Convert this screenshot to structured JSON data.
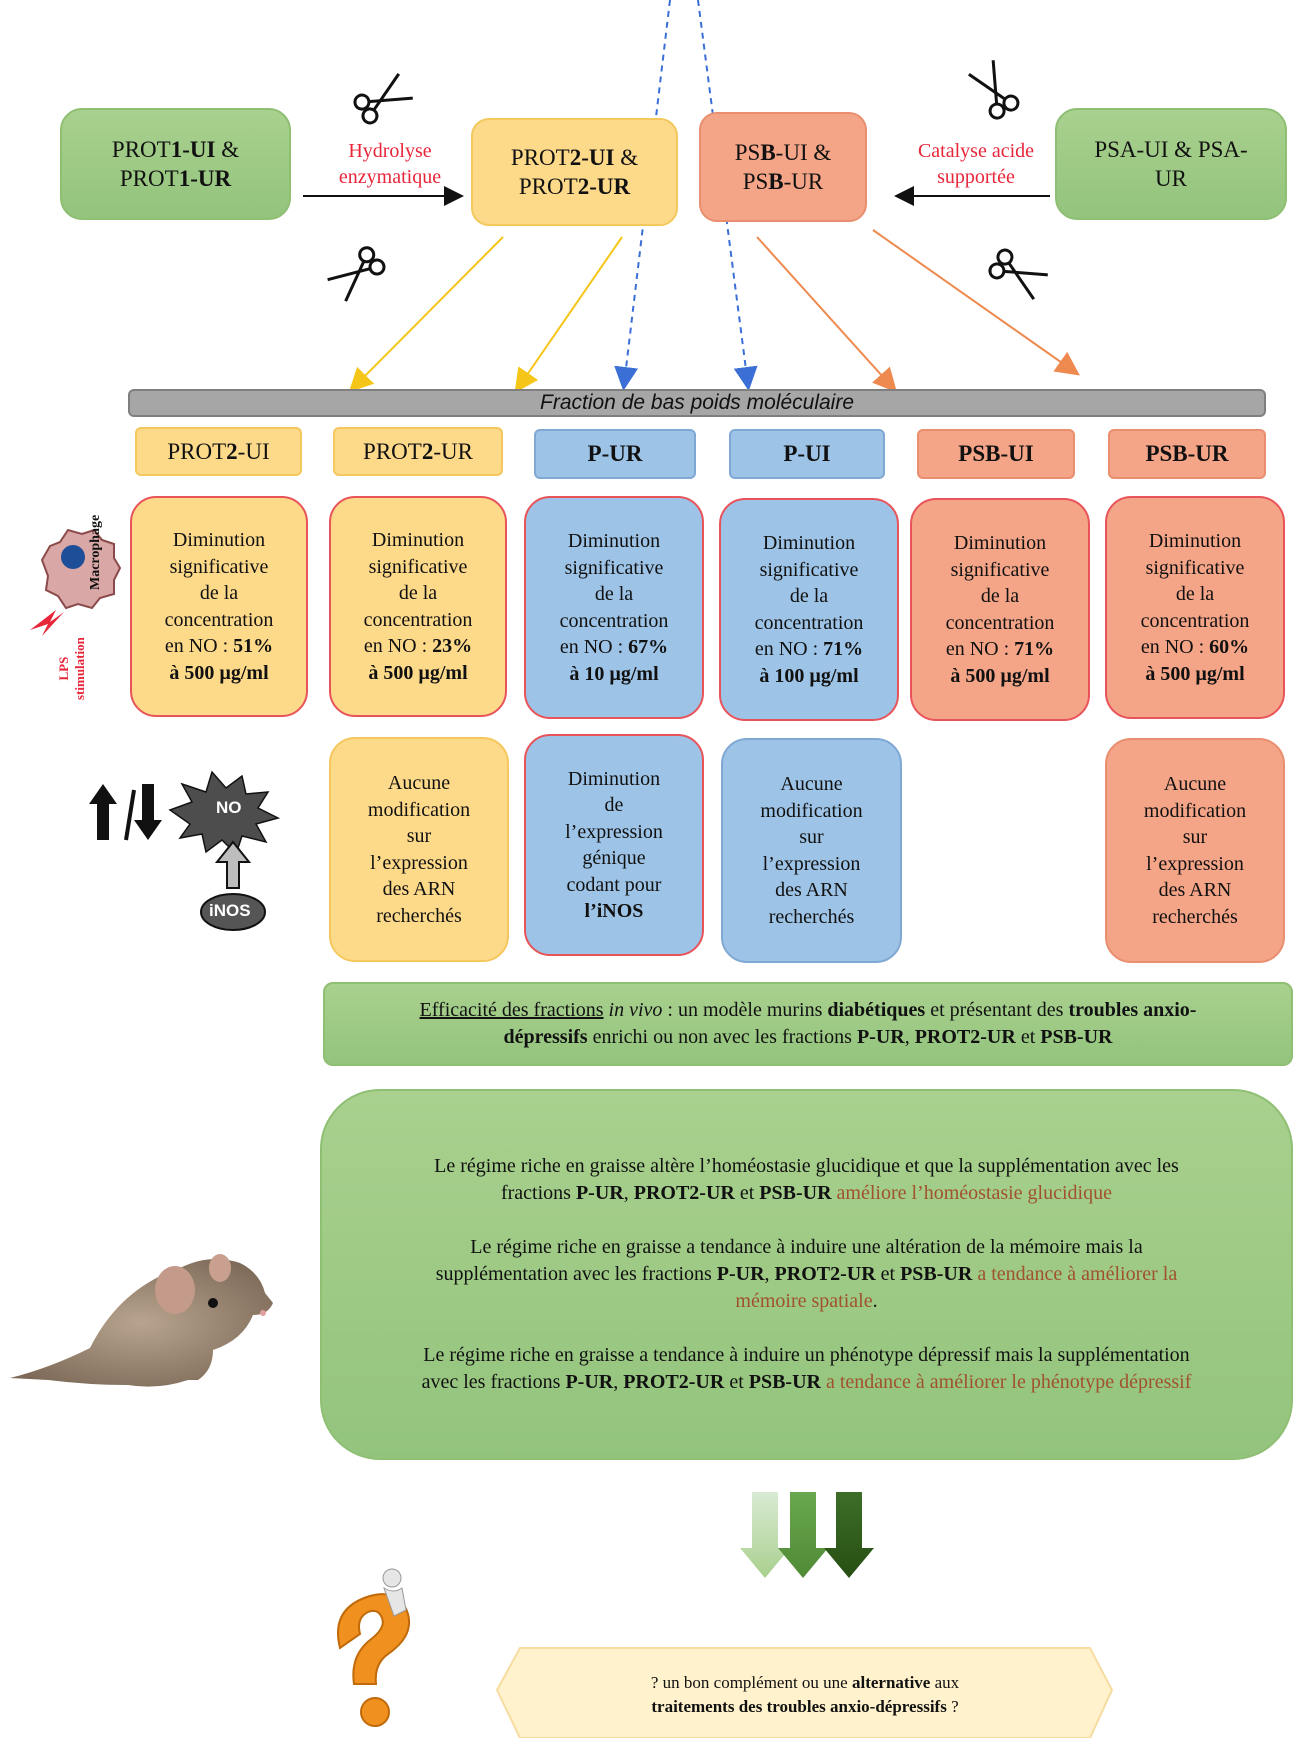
{
  "sources": {
    "prot1": {
      "pre1": "PROT",
      "b1": "1-UI",
      "mid": " &",
      "pre2": "PROT",
      "b2": "1-UR"
    },
    "prot2": {
      "pre1": "PROT",
      "b1": "2-UI",
      "mid": " &",
      "pre2": "PROT",
      "b2": "2-UR"
    },
    "psb": {
      "pre1": "PS",
      "b1": "B",
      "mid1": "-UI &",
      "pre2": "PS",
      "b2": "B",
      "mid2": "-UR"
    },
    "psa": {
      "line1": "PSA-UI & PSA-",
      "line2": "UR"
    }
  },
  "arrows": {
    "hydrolyse_l1": "Hydrolyse",
    "hydrolyse_l2": "enzymatique",
    "catalyse_l1": "Catalyse acide",
    "catalyse_l2": "supportée"
  },
  "fraction_bar": "Fraction de bas poids moléculaire",
  "columns": [
    {
      "label_pre": "PROT",
      "label_b": "2",
      "label_post": "-UI",
      "pct": "51%",
      "dose": "à 500 µg/ml"
    },
    {
      "label_pre": "PROT",
      "label_b": "2",
      "label_post": "-UR",
      "pct": "23%",
      "dose": "à 500 µg/ml"
    },
    {
      "label_pre": "",
      "label_b": "P-UR",
      "label_post": "",
      "pct": "67%",
      "dose": "à 10 µg/ml"
    },
    {
      "label_pre": "",
      "label_b": "P-UI",
      "label_post": "",
      "pct": "71%",
      "dose": "à 100 µg/ml"
    },
    {
      "label_pre": "",
      "label_b": "PSB-UI",
      "label_post": "",
      "pct": "71%",
      "dose": "à 500 µg/ml"
    },
    {
      "label_pre": "",
      "label_b": "PSB-UR",
      "label_post": "",
      "pct": "60%",
      "dose": "à 500 µg/ml"
    }
  ],
  "result_text": {
    "l1": "Diminution",
    "l2": "significative",
    "l3": "de la",
    "l4": "concentration",
    "l5": "en NO : "
  },
  "side_labels": {
    "macrophage": "Macrophage",
    "lps": "LPS",
    "stimulation": "stimulation",
    "no": "NO",
    "inos": "iNOS"
  },
  "gene_boxes": {
    "none": {
      "l1": "Aucune",
      "l2": "modification",
      "l3": "sur",
      "l4": "l’expression",
      "l5": "des ARN",
      "l6": "recherchés"
    },
    "pur": {
      "l1": "Diminution",
      "l2": "de",
      "l3": "l’expression",
      "l4": "génique",
      "l5": "codant pour",
      "l6": "l’iNOS"
    }
  },
  "invivo": {
    "u": "Efficacité  des fractions",
    "i": "in vivo",
    "t1": " : un modèle murins ",
    "b1": "diabétiques",
    "t2": " et présentant des ",
    "b2": "troubles anxio-",
    "b3": "dépressifs",
    "t3": " enrichi  ou non avec les fractions ",
    "b4": "P-UR",
    "t4": ", ",
    "b5": "PROT2-UR",
    "t5": " et ",
    "b6": "PSB-UR"
  },
  "findings": {
    "p1a": "Le régime riche en graisse altère l’homéostasie glucidique et que la supplémentation  avec les",
    "p1b": "fractions ",
    "p1c": " améliore  l’homéostasie glucidique",
    "p2a": "Le régime  riche en graisse a tendance à induire  une altération  de la mémoire mais la",
    "p2b": "supplémentation  avec les fractions ",
    "p2c": " a tendance à améliorer  la",
    "p2d": "mémoire  spatiale",
    "p2e": ".",
    "p3a": "Le régime  riche en graisse a tendance à induire  un phénotype dépressif mais  la supplémentation",
    "p3b": "avec les  fractions ",
    "p3c": " a tendance à améliorer  le phénotype dépressif",
    "f1": "P-UR",
    "f2": "PROT2-UR",
    "f3": "PSB-UR",
    "sep1": ", ",
    "sep2": " et "
  },
  "question": {
    "q1": "? un bon complément ou une ",
    "qb1": "alternative",
    "q2": " aux",
    "qb2": "traitements des troubles anxio-dépressifs",
    "q3": " ?"
  },
  "colors": {
    "green": "#a9d08e",
    "yellow": "#fdd98a",
    "orange": "#f4a487",
    "blue": "#9dc3e6",
    "red_text": "#e8263a"
  }
}
